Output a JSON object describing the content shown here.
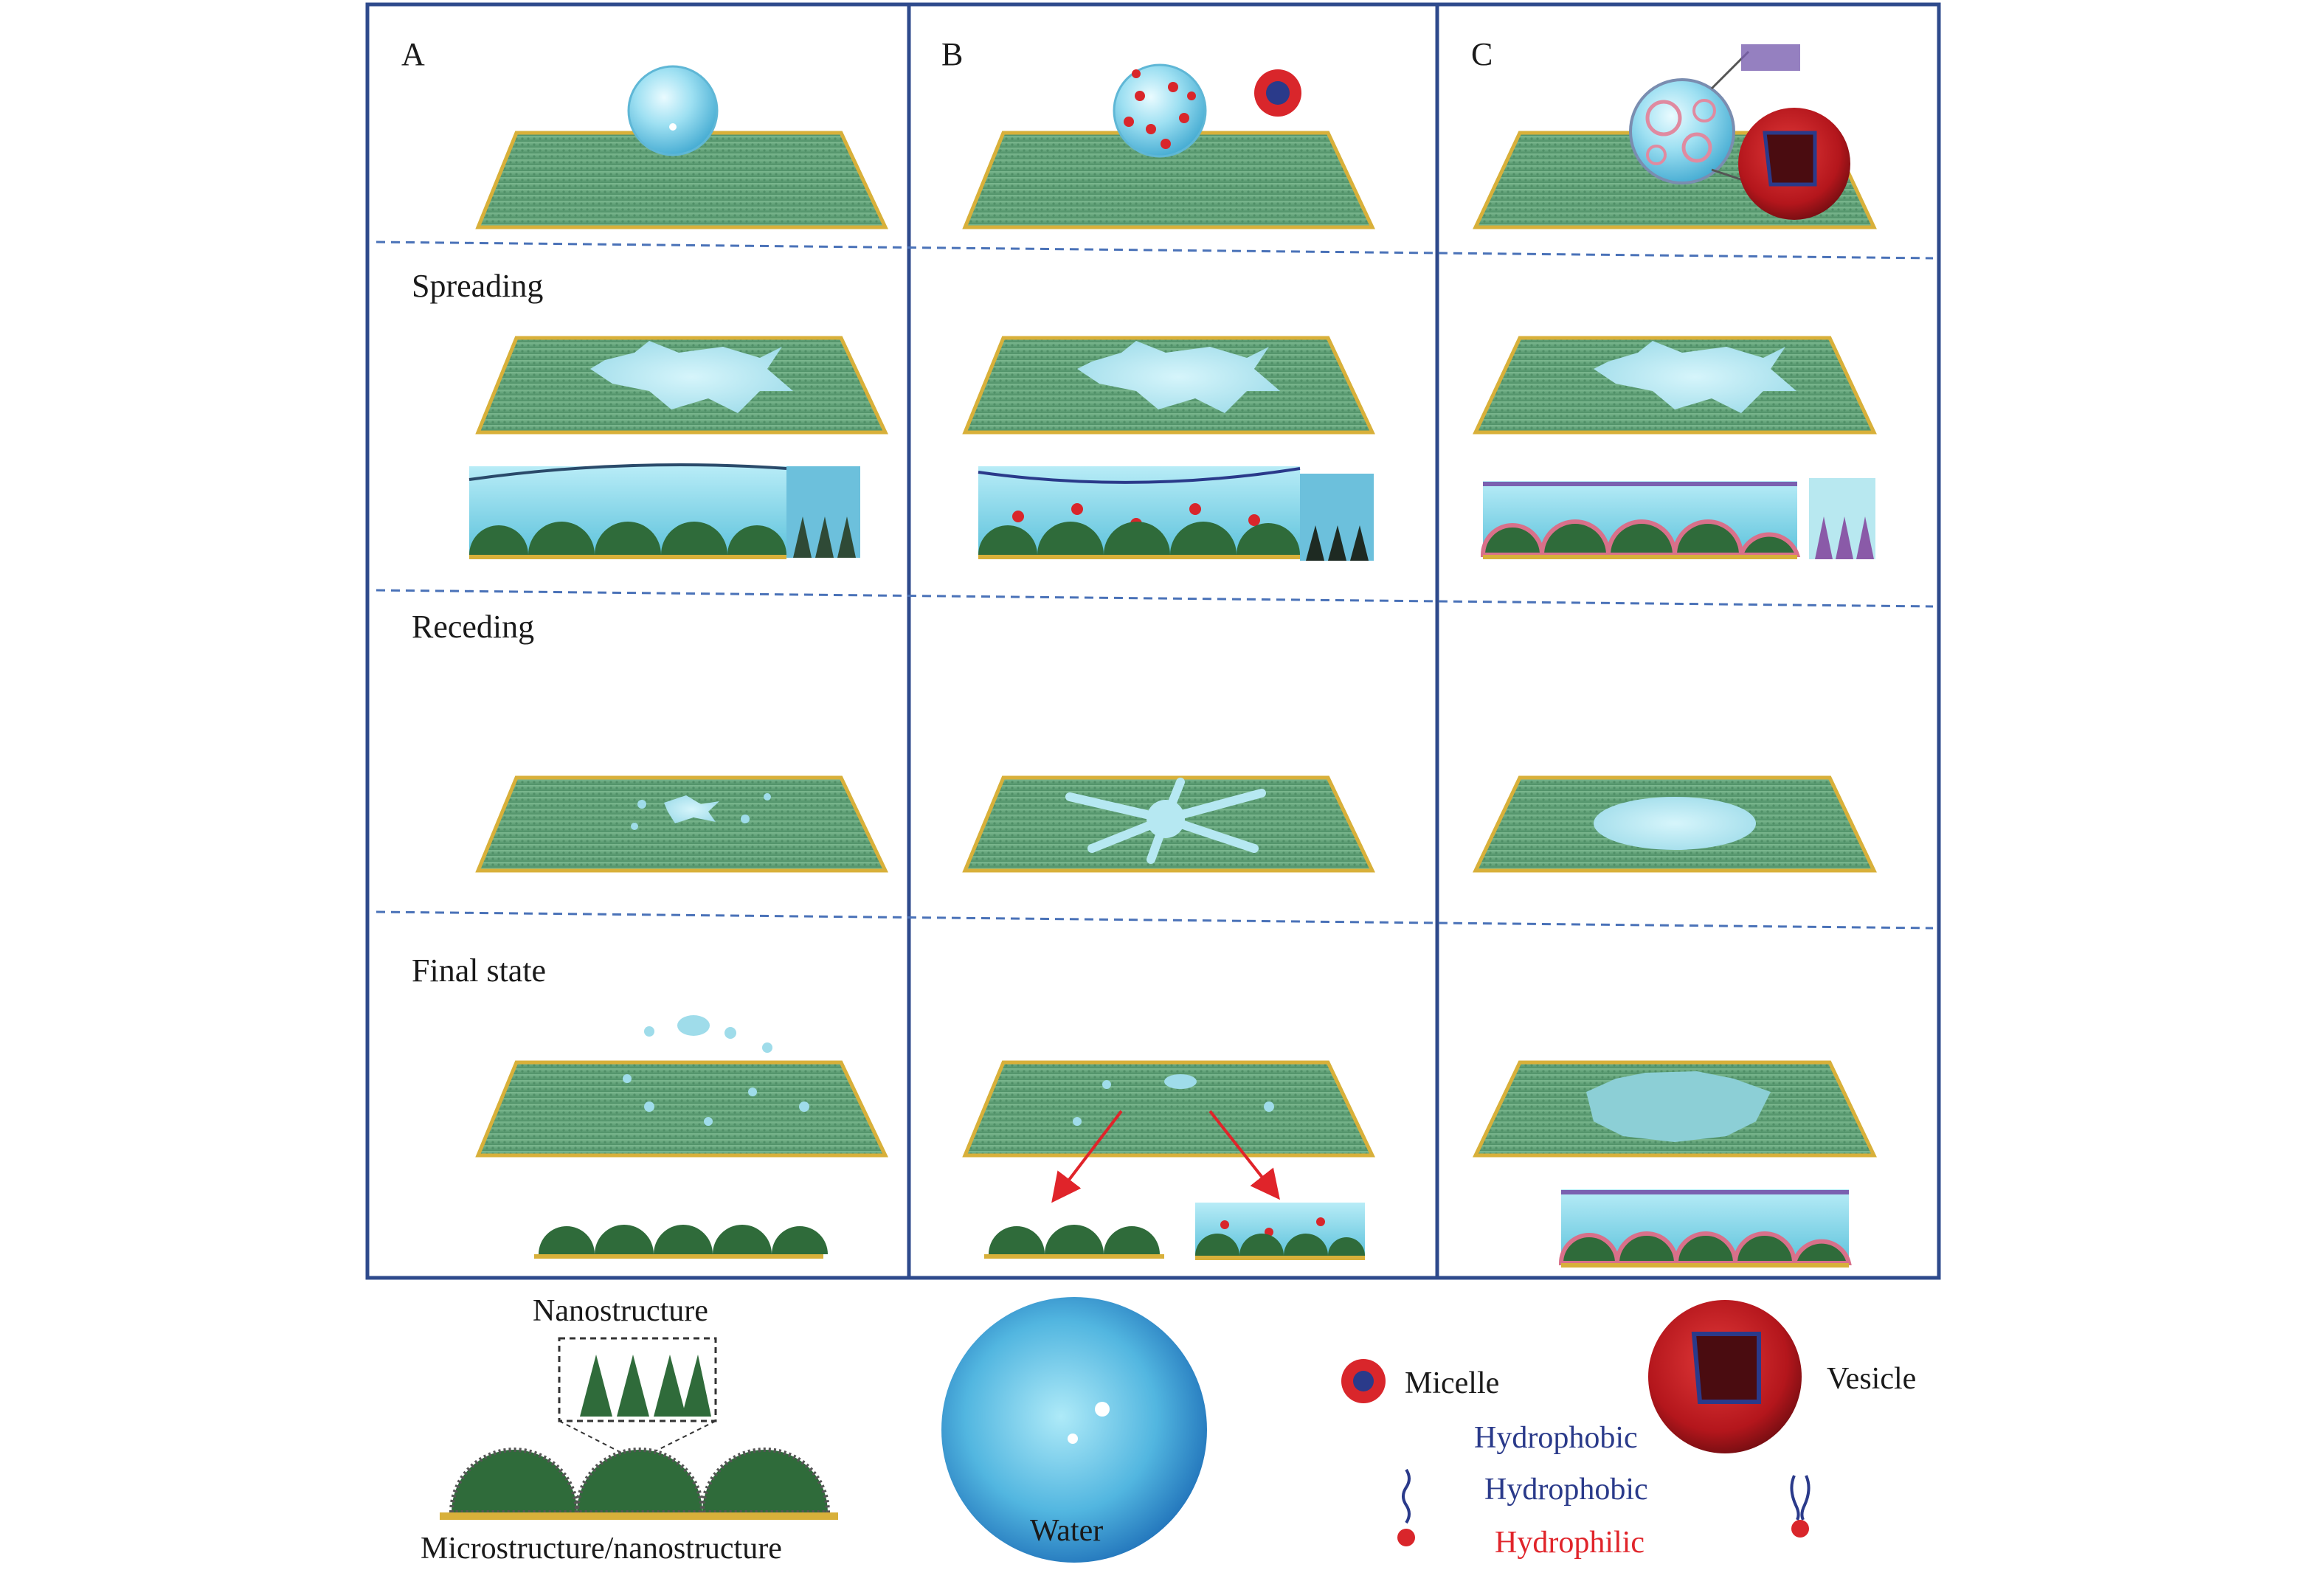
{
  "panels": {
    "a": {
      "letter": "A"
    },
    "b": {
      "letter": "B"
    },
    "c": {
      "letter": "C"
    }
  },
  "stages": {
    "spreading": "Spreading",
    "receding": "Receding",
    "final": "Final state"
  },
  "legend": {
    "nanostructure": "Nanostructure",
    "microstructure": "Microstructure/nanostructure",
    "water": "Water",
    "micelle": "Micelle",
    "vesicle": "Vesicle",
    "hydrophobic_vesicle": "Hydrophobic",
    "hydrophobic": "Hydrophobic",
    "hydrophilic": "Hydrophilic"
  },
  "colors": {
    "frame": "#2e4a8c",
    "surface": "#5aa07a",
    "surface_edge": "#d8b03a",
    "dome": "#2f6b3a",
    "water": "#8fd6e8",
    "micelle_core": "#d9262b",
    "hydrophobic_text": "#2a3a8a",
    "hydrophilic_text": "#e0242a"
  }
}
